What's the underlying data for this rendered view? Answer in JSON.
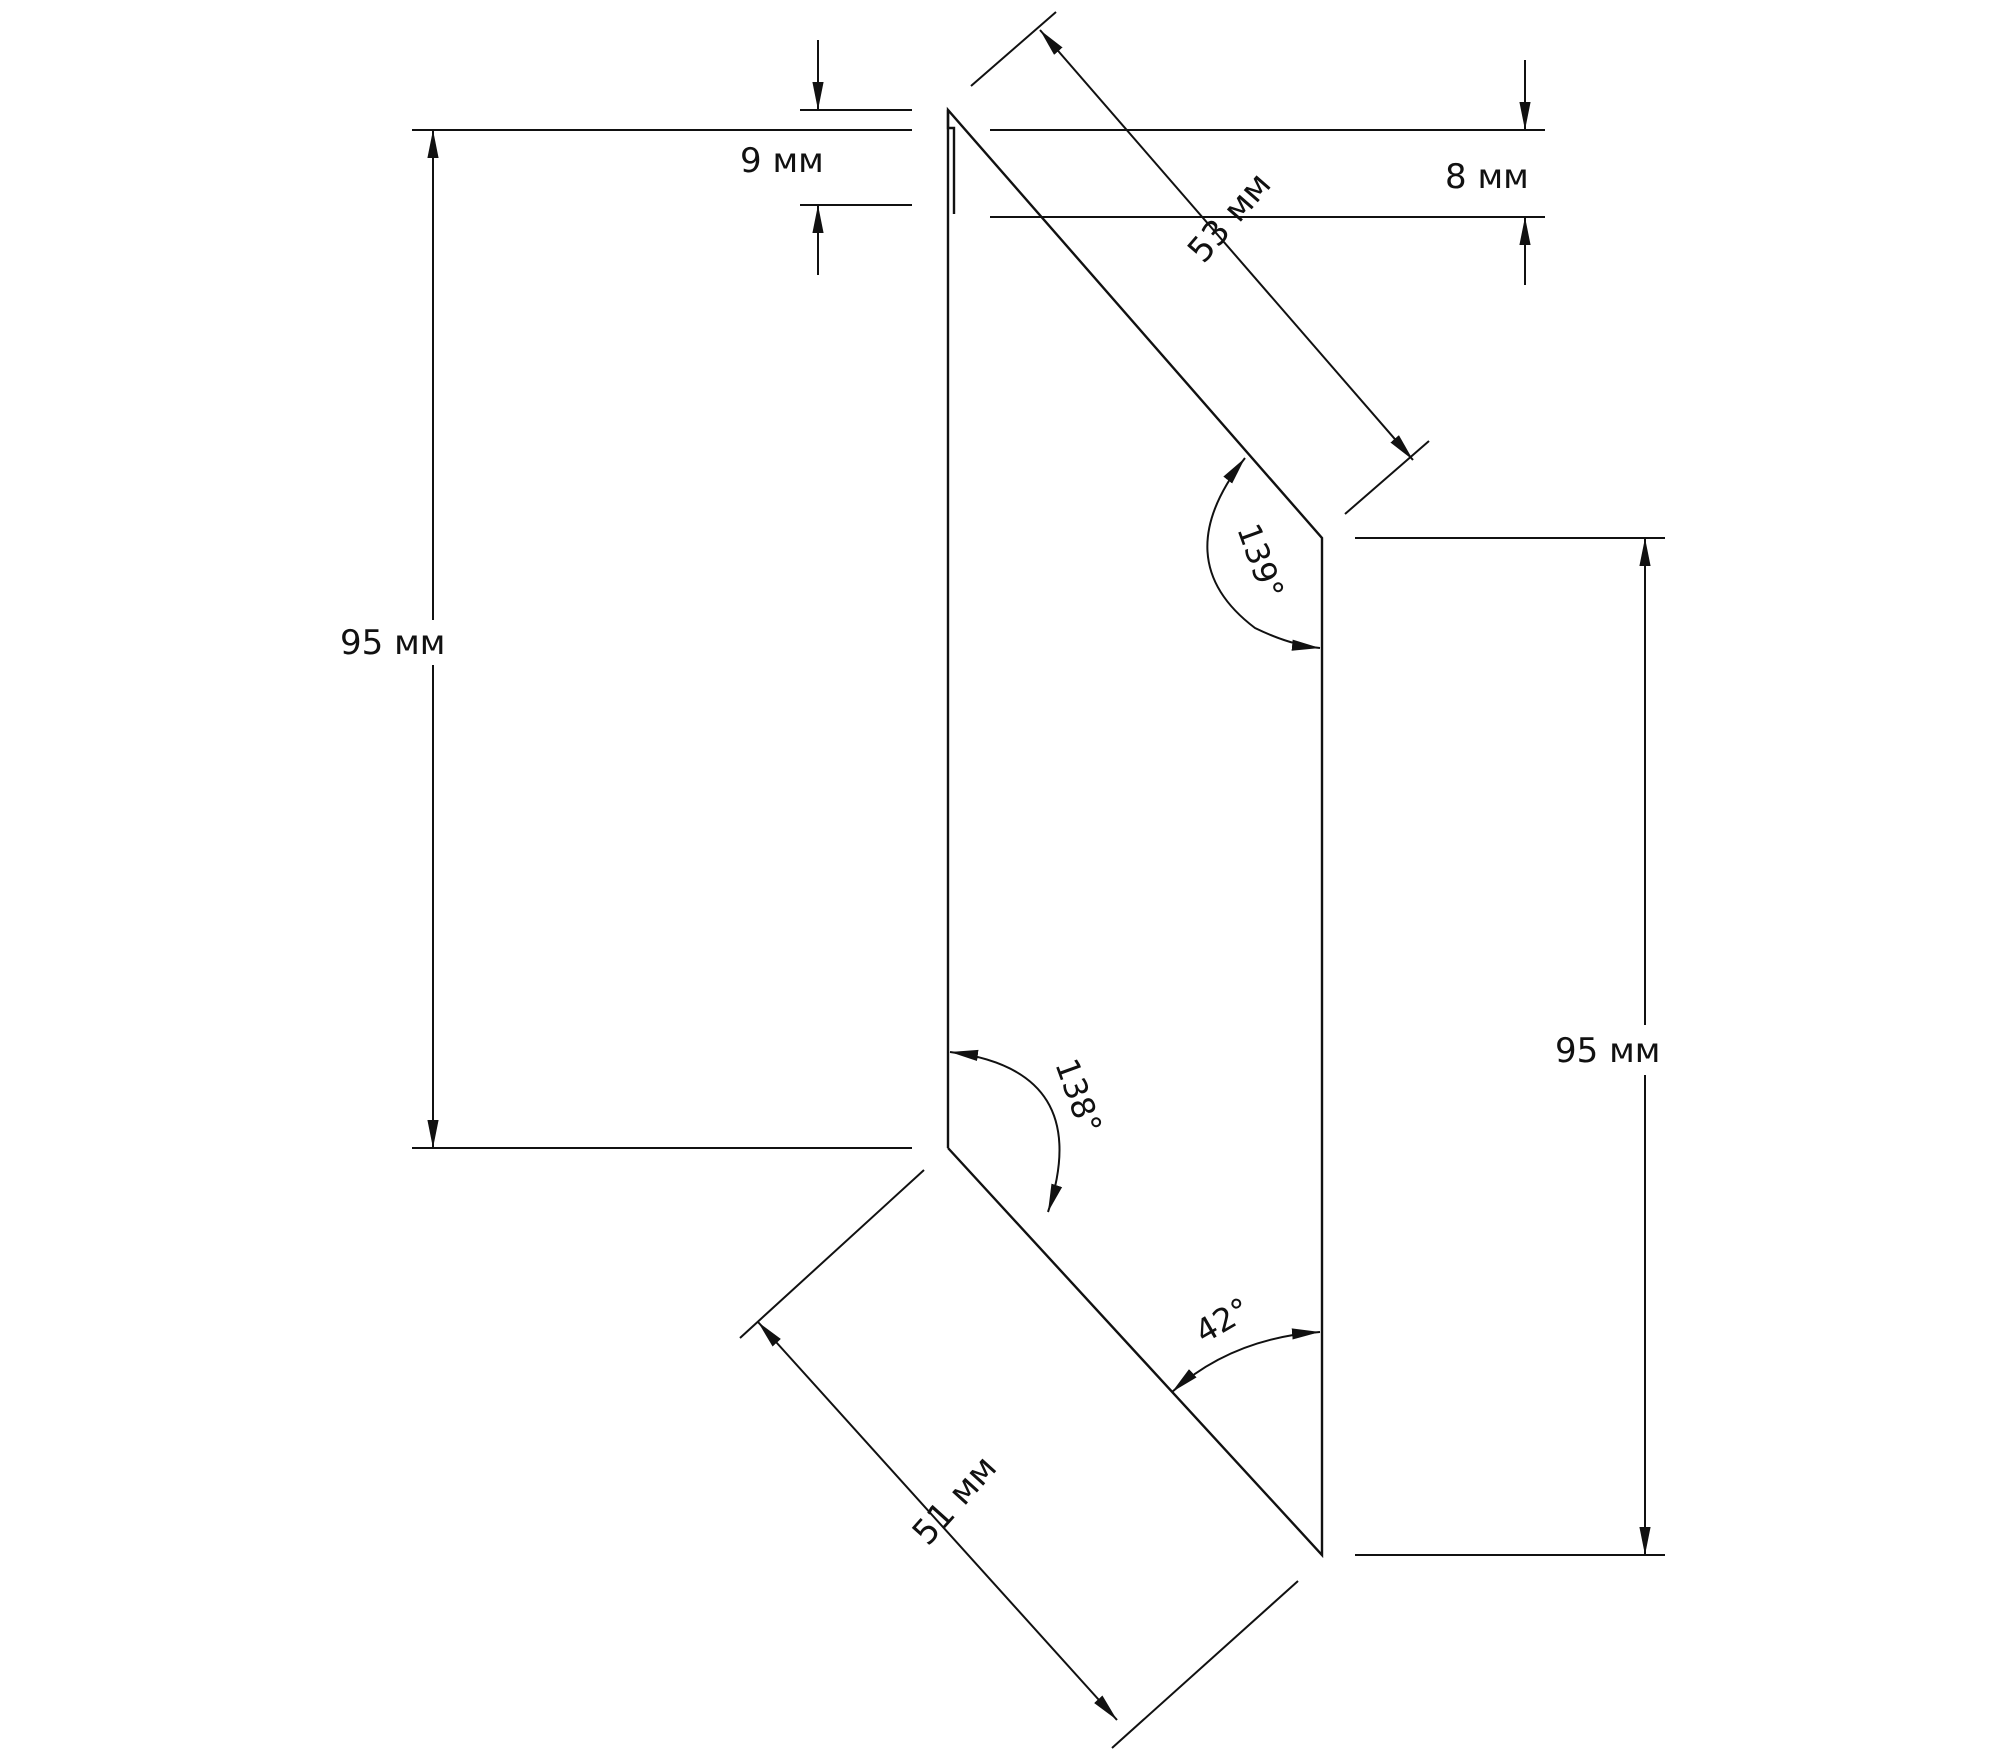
{
  "dimensions": {
    "fold_left": "9 мм",
    "fold_right": "8 мм",
    "top_slope": "53 мм",
    "height_left": "95 мм",
    "height_right": "95 мм",
    "bottom_slope": "51 мм"
  },
  "angles": {
    "upper_right": "139°",
    "lower_left": "138°",
    "lower_right": "42°"
  },
  "colors": {
    "line": "#111111",
    "background": "#ffffff"
  }
}
